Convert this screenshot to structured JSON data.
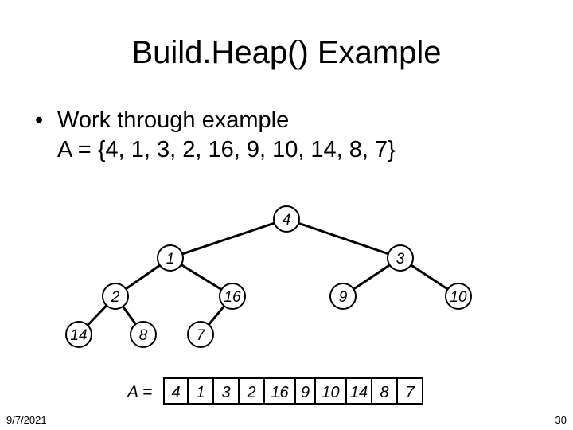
{
  "slide": {
    "title": "Build.Heap() Example",
    "bullet_symbol": "•",
    "bullet_line1": "Work through example",
    "bullet_line2": "A = {4, 1, 3, 2, 16, 9, 10, 14, 8, 7}"
  },
  "tree": {
    "nodes": [
      "4",
      "1",
      "3",
      "2",
      "16",
      "9",
      "10",
      "14",
      "8",
      "7"
    ],
    "node_fill": "#ffffff",
    "node_stroke": "#000000",
    "edge_stroke": "#000000"
  },
  "array": {
    "label": "A =",
    "cells": [
      "4",
      "1",
      "3",
      "2",
      "16",
      "9",
      "10",
      "14",
      "8",
      "7"
    ]
  },
  "footer": {
    "date": "9/7/2021",
    "page": "30"
  }
}
